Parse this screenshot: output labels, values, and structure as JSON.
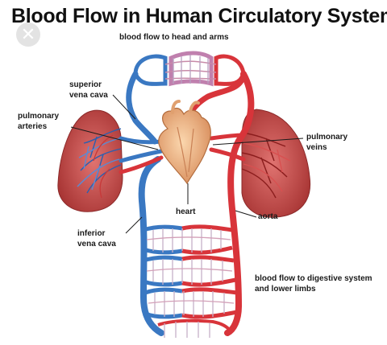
{
  "title": "Blood Flow  in Human Circulatory System",
  "labels": {
    "head_arms": "blood flow to head and arms",
    "superior_vena_cava": [
      "superior",
      "vena cava"
    ],
    "pulmonary_arteries": [
      "pulmonary",
      "arteries"
    ],
    "pulmonary_veins": [
      "pulmonary",
      "veins"
    ],
    "heart": "heart",
    "aorta": "aorta",
    "inferior_vena_cava": [
      "inferior",
      "vena cava"
    ],
    "digestive": [
      "blood flow to digestive system",
      "and lower limbs"
    ]
  },
  "colors": {
    "oxygenated": "#d8343a",
    "deoxygenated": "#3a78c2",
    "lung": "#c24a47",
    "heart": "#f0b98a"
  },
  "icons": {
    "close": "close-icon"
  }
}
